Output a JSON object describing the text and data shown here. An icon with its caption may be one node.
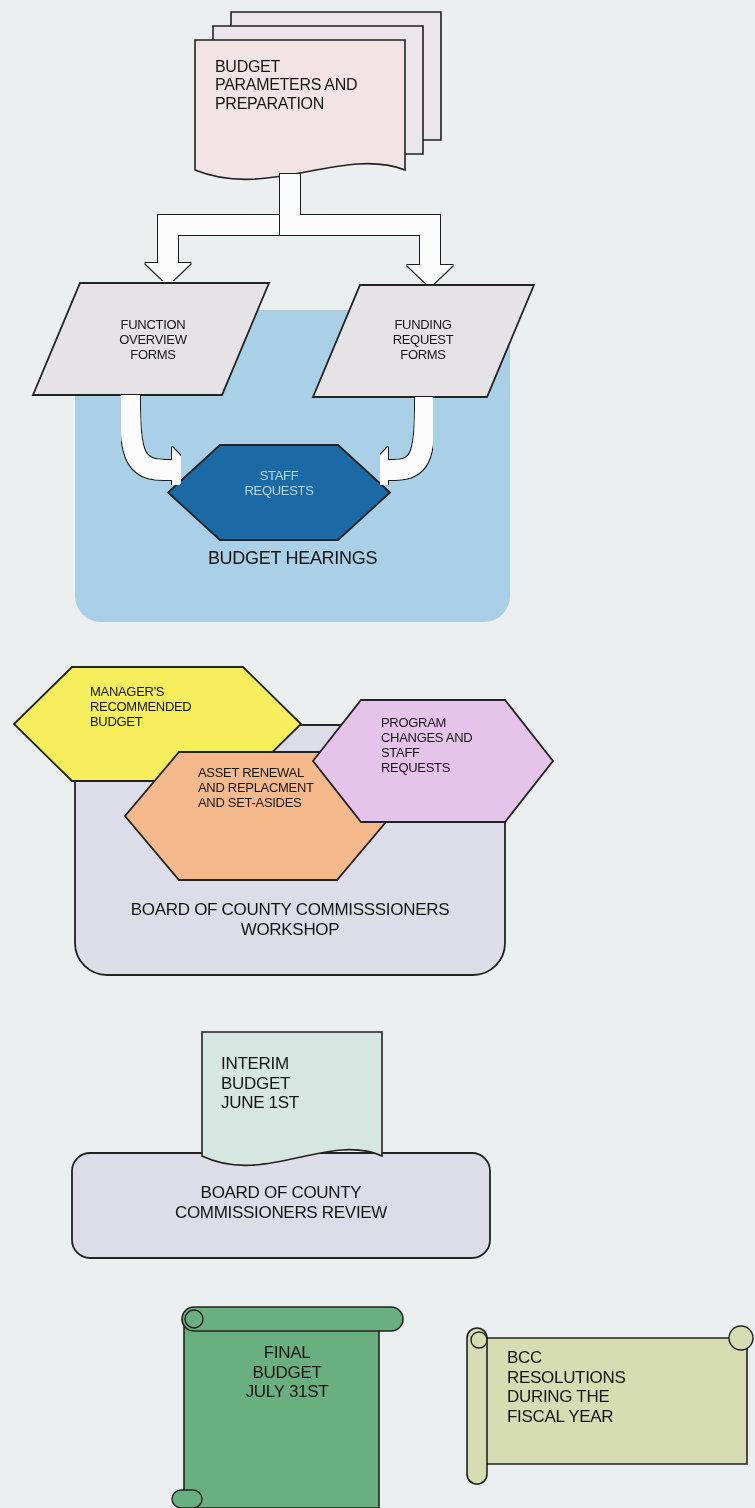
{
  "diagram": {
    "nodes": [
      {
        "text": [
          "BUDGET PARAMETERS AND PREPARATION"
        ]
      },
      {
        "text": [
          "FUNCTION OVERVIEW FORMS"
        ]
      },
      {
        "text": [
          "FUNDING REQUEST FORMS"
        ]
      },
      {
        "text": [
          "BUDGET HEARINGS"
        ]
      },
      {
        "text": [
          "STAFF REQUESTS"
        ],
        "in": 3
      },
      {
        "text": [
          "MANAGER'S RECOMMENDED BUDGET"
        ]
      },
      {
        "text": [
          "BOARD OF COUNTY COMMISSSIONERS WORKSHOP"
        ]
      },
      {
        "text": [
          "ASSET RENEWAL AND REPLACMENT AND SET-ASIDES"
        ],
        "in": 6
      },
      {
        "text": [
          "PROGRAM CHANGES AND STAFF REQUESTS"
        ]
      },
      {
        "text": [
          "INTERIM BUDGET JUNE 1ST"
        ]
      },
      {
        "text": [
          "BOARD OF COUNTY COMMISSIONERS REVIEW"
        ]
      },
      {
        "text": [
          "FINAL BUDGET JULY 31ST"
        ]
      },
      {
        "text": [
          "BCC RESOLUTIONS DURING THE FISCAL YEAR"
        ]
      }
    ],
    "edges": [
      {
        "from": 0,
        "to": 1,
        "arrow": "to"
      },
      {
        "from": 0,
        "to": 2,
        "arrow": "to"
      },
      {
        "from": 1,
        "to": 4,
        "arrow": "to"
      },
      {
        "from": 2,
        "to": 4,
        "arrow": "to"
      },
      {
        "from": 3,
        "to": 5,
        "arrow": "to"
      },
      {
        "from": 3,
        "to": 8,
        "arrow": "to"
      },
      {
        "from": 6,
        "to": 9,
        "arrow": "to"
      },
      {
        "from": 10,
        "to": 11,
        "arrow": "to"
      },
      {
        "from": 11,
        "to": 12,
        "arrow": "to"
      }
    ]
  }
}
